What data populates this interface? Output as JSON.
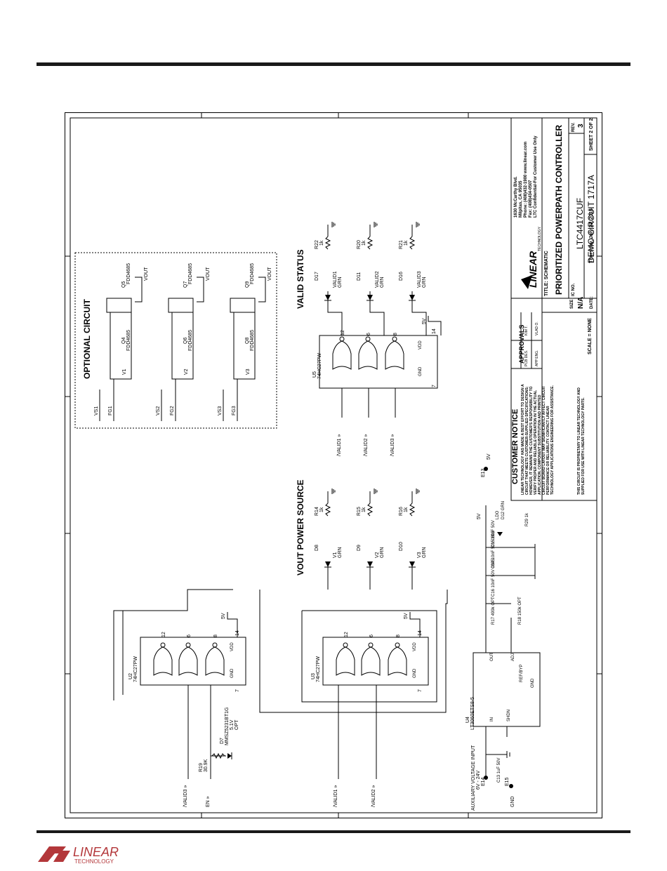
{
  "sheet": {
    "title_label": "TITLE: SCHEMATIC",
    "title_text": "PRIORITIZED POWERPATH CONTROLLER",
    "ic_no_label": "IC NO.",
    "ic_no": "LTC4417CUF",
    "demo_circuit": "DEMO CIRCUIT 1717A",
    "size_label": "SIZE",
    "size_value": "N/A",
    "date_label": "DATE:",
    "date_value": "Thursday, July 23, 2015",
    "sheet_text": "SHEET 2 OF 2",
    "rev_label": "REV.",
    "rev_value": "3",
    "scale": "SCALE = NONE",
    "approvals_label": "APPROVALS",
    "approvals": [
      {
        "role": "PCB DES.",
        "name": "KIM T."
      },
      {
        "role": "APP ENG.",
        "name": "VLAD O."
      }
    ],
    "address": [
      "1630 McCarthy Blvd.",
      "Milpitas, CA 95035",
      "Phone: (408)432-1900    www.linear.com",
      "Fax: (408)434-0507",
      "LTC Confidential-For Customer Use Only"
    ],
    "logo_tagline": "TECHNOLOGY",
    "customer_notice_title": "CUSTOMER NOTICE",
    "customer_notice_lines": [
      "LINEAR TECHNOLOGY HAS MADE A BEST EFFORT TO DESIGN A",
      "CIRCUIT THAT MEETS CUSTOMER-SUPPLIED SPECIFICATIONS;",
      "HOWEVER, IT REMAINS THE CUSTOMER'S RESPONSIBILITY TO",
      "VERIFY PROPER AND RELIABLE OPERATION IN THE ACTUAL",
      "APPLICATION. COMPONENT SUBSTITUTION AND PRINTED",
      "CIRCUIT BOARD LAYOUT MAY SIGNIFICANTLY AFFECT CIRCUIT",
      "PERFORMANCE OR RELIABILITY. CONTACT LINEAR",
      "TECHNOLOGY APPLICATIONS ENGINEERING FOR ASSISTANCE."
    ],
    "proprietary_lines": [
      "THIS CIRCUIT IS PROPRIETARY TO LINEAR TECHNOLOGY AND",
      "SUPPLIED FOR USE WITH LINEAR TECHNOLOGY PARTS."
    ]
  },
  "sections": {
    "optional_circuit": "OPTIONAL CIRCUIT",
    "valid_status": "VALID STATUS",
    "vout_power_source": "VOUT POWER SOURCE"
  },
  "optional_circuit": {
    "channels": [
      {
        "vs": "VS1",
        "fg": "FG1",
        "qa": "Q4",
        "qb": "Q5",
        "part": "FDD4685",
        "v": "V1",
        "vout": "VOUT"
      },
      {
        "vs": "VS2",
        "fg": "FG2",
        "qa": "Q6",
        "qb": "Q7",
        "part": "FDD4685",
        "v": "V2",
        "vout": "VOUT"
      },
      {
        "vs": "VS3",
        "fg": "FG3",
        "qa": "Q8",
        "qb": "Q9",
        "part": "FDD4685",
        "v": "V3",
        "vout": "VOUT"
      }
    ]
  },
  "valid_status": {
    "ic_ref": "U5",
    "ic_part": "74HC27PW",
    "inputs": [
      "/VALID1",
      "/VALID2",
      "/VALID3"
    ],
    "leds": [
      {
        "ref": "D17",
        "net": "VALID1",
        "color": "GRN",
        "r": "R22",
        "rv": "1k"
      },
      {
        "ref": "D11",
        "net": "VALID2",
        "color": "GRN",
        "r": "R20",
        "rv": "1k"
      },
      {
        "ref": "D16",
        "net": "VALID3",
        "color": "GRN",
        "r": "R21",
        "rv": "1k"
      }
    ],
    "supply": "5V",
    "pins": {
      "vdd": "VDD",
      "gnd": "GND",
      "p14": "14",
      "p7": "7",
      "outs": [
        "12",
        "6",
        "8"
      ]
    }
  },
  "vout_power_source": {
    "u2_ref": "U2",
    "u2_part": "74HC27PW",
    "u3_ref": "U3",
    "u3_part": "74HC27PW",
    "leds": [
      {
        "ref": "D8",
        "net": "V1",
        "color": "GRN",
        "r": "R14",
        "rv": "1k"
      },
      {
        "ref": "D9",
        "net": "V2",
        "color": "GRN",
        "r": "R15",
        "rv": "1k"
      },
      {
        "ref": "D10",
        "net": "V3",
        "color": "GRN",
        "r": "R16",
        "rv": "1k"
      }
    ],
    "left_inputs": [
      "/VALID3",
      "EN",
      "/VALID1",
      "/VALID2"
    ],
    "r19": "R19",
    "r19_value": "30.9K",
    "d7_ref": "D7",
    "d7_part": "MMSZ5231BT1G",
    "d7_value": "5.1V",
    "d7_opt": "OPT",
    "supply": "5V"
  },
  "regulator": {
    "u4_ref": "U4",
    "u4_part": "LT3060ETS8-5",
    "pin_in": "IN",
    "pin_shdn": "SHDN",
    "pin_out": "OUT",
    "pin_adj": "ADJ",
    "pin_ref": "REF/BYP",
    "pin_gnd": "GND",
    "aux_label": "AUXILIARY VOLTAGE INPUT",
    "aux_range": "6V - 24V",
    "e14": "E14",
    "e15": "E15",
    "gnd": "GND",
    "e13": "E13",
    "e13_net": "5V",
    "out_net": "5V",
    "c13": "C13 1uF 50V",
    "c14": "C14 10nF 50V 0805",
    "c15": "C15 10uF 50V",
    "c16": "C16 10nF 50V 0805",
    "r17": "R17 499k OPT",
    "r18": "R18 150k OPT",
    "d12": "D12 GRN",
    "ldo": "LDO",
    "r29": "R29 1k"
  }
}
